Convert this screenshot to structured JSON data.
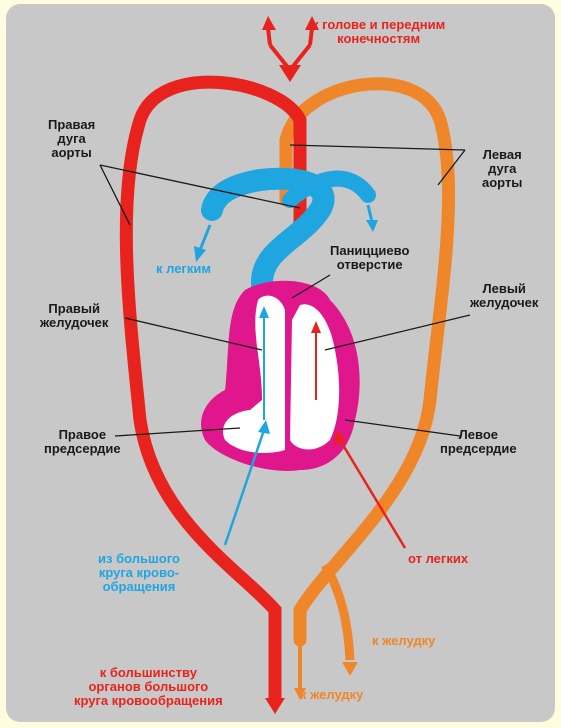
{
  "labels": {
    "head": [
      "к голове и передним",
      "конечностям"
    ],
    "right_arch": [
      "Правая",
      "дуга",
      "аорты"
    ],
    "left_arch": [
      "Левая",
      "дуга",
      "аорты"
    ],
    "to_lungs": "к легким",
    "foramen": [
      "Паницциево",
      "отверстие"
    ],
    "right_ventricle": [
      "Правый",
      "желудочек"
    ],
    "left_ventricle": [
      "Левый",
      "желудочек"
    ],
    "right_atrium": [
      "Правое",
      "предсердие"
    ],
    "left_atrium": [
      "Левое",
      "предсердие"
    ],
    "from_big_circle": [
      "из большого",
      "круга крово-",
      "обращения"
    ],
    "from_lungs": "от легких",
    "to_stomach": "к желудку",
    "to_stomach_2": "к желудку",
    "to_organs": [
      "к большинству",
      "органов большого",
      "круга кровообращения"
    ]
  },
  "colors": {
    "background": "#c8c8c8",
    "right_aorta": "#e8231e",
    "left_aorta": "#f0862a",
    "pulmonary": "#1fa6e0",
    "heart_wall": "#e0168c",
    "leader": "#1a1a1a"
  }
}
